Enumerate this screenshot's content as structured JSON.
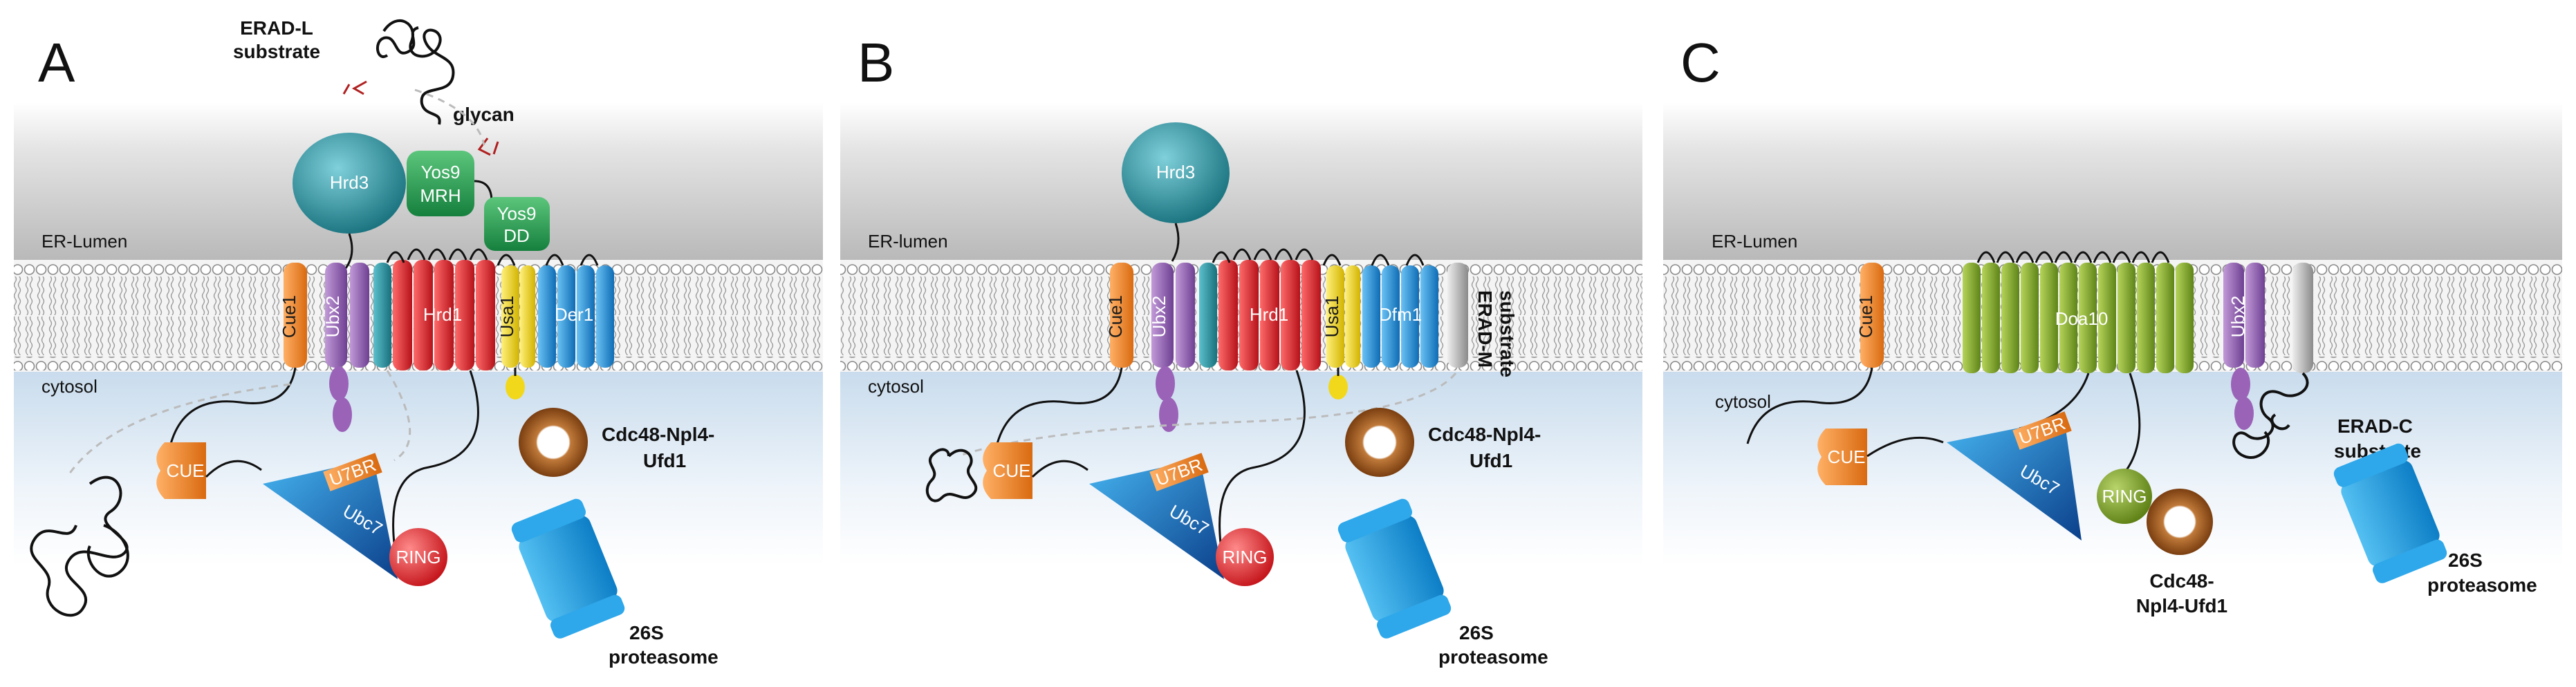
{
  "panels": [
    {
      "letter": "A",
      "lumen_label": "ER-Lumen",
      "cytosol_label": "cytosol",
      "substrate_label_1": "ERAD-L",
      "substrate_label_2": "substrate",
      "glycan_label": "glycan",
      "hrd3": "Hrd3",
      "yos9_mrh_1": "Yos9",
      "yos9_mrh_2": "MRH",
      "yos9_dd_1": "Yos9",
      "yos9_dd_2": "DD",
      "cue1": "Cue1",
      "ubx2": "Ubx2",
      "hrd1": "Hrd1",
      "usa1": "Usa1",
      "der1": "Der1",
      "cue": "CUE",
      "u7br": "U7BR",
      "ubc7": "Ubc7",
      "ring": "RING",
      "cdc48_1": "Cdc48-Npl4-",
      "cdc48_2": "Ufd1",
      "proteasome_1": "26S",
      "proteasome_2": "proteasome"
    },
    {
      "letter": "B",
      "lumen_label": "ER-lumen",
      "cytosol_label": "cytosol",
      "hrd3": "Hrd3",
      "cue1": "Cue1",
      "ubx2": "Ubx2",
      "hrd1": "Hrd1",
      "usa1": "Usa1",
      "dfm1": "Dfm1",
      "substrate_m_1": "ERAD-M",
      "substrate_m_2": "substrate",
      "cue": "CUE",
      "u7br": "U7BR",
      "ubc7": "Ubc7",
      "ring": "RING",
      "cdc48_1": "Cdc48-Npl4-",
      "cdc48_2": "Ufd1",
      "proteasome_1": "26S",
      "proteasome_2": "proteasome"
    },
    {
      "letter": "C",
      "lumen_label": "ER-Lumen",
      "cytosol_label": "cytosol",
      "cue1": "Cue1",
      "doa10": "Doa10",
      "ubx2": "Ubx2",
      "substrate_c_1": "ERAD-C",
      "substrate_c_2": "substrate",
      "cue": "CUE",
      "u7br": "U7BR",
      "ubc7": "Ubc7",
      "ring": "RING",
      "cdc48_1": "Cdc48-",
      "cdc48_2": "Npl4-Ufd1",
      "proteasome_1": "26S",
      "proteasome_2": "proteasome"
    }
  ],
  "colors": {
    "cue1": "#f08a2a",
    "ubx2": "#9a63b8",
    "hrd1": "#e8242a",
    "usa1": "#f2d81a",
    "der1": "#1e90d8",
    "hrd3": "#2b9aa8",
    "yos9": "#2aa458",
    "doa10": "#84a82c",
    "ring_red": "#e8242a",
    "ring_green": "#7fa52a",
    "ubc7": "#1e8fd8",
    "u7br": "#f08a2a",
    "cdc48": "#9a5a1e",
    "proteasome": "#1e9ae0",
    "substrate_m": "#a0a0a0"
  }
}
